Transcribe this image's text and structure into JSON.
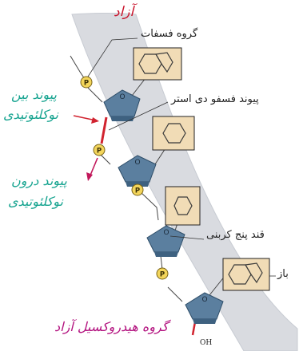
{
  "labels": {
    "free_top": "آزاد",
    "phosphate_group": "گروه فسفات",
    "internucleotide_bond_line1": "پیوند بین",
    "internucleotide_bond_line2": "نوکلئوتیدی",
    "phosphodiester_bond": "پیوند فسفو دی استر",
    "intranucleotide_bond_line1": "پیوند درون",
    "intranucleotide_bond_line2": "نوکلئوتیدی",
    "five_carbon_sugar": "قند پنج کربنی",
    "base": "باز",
    "free_hydroxyl_group": "گروه هیدروکسیل آزاد",
    "phosphate_symbol": "P",
    "ring_oxygen": "O",
    "oh": "OH"
  },
  "colors": {
    "strand": "#d9dbe0",
    "sugar": "#5b7f9f",
    "phosphate": "#f3d55b",
    "base": "#f1dcb6",
    "red_label": "#c9122a",
    "teal_label": "#14a38f",
    "magenta_label": "#b3127f"
  }
}
